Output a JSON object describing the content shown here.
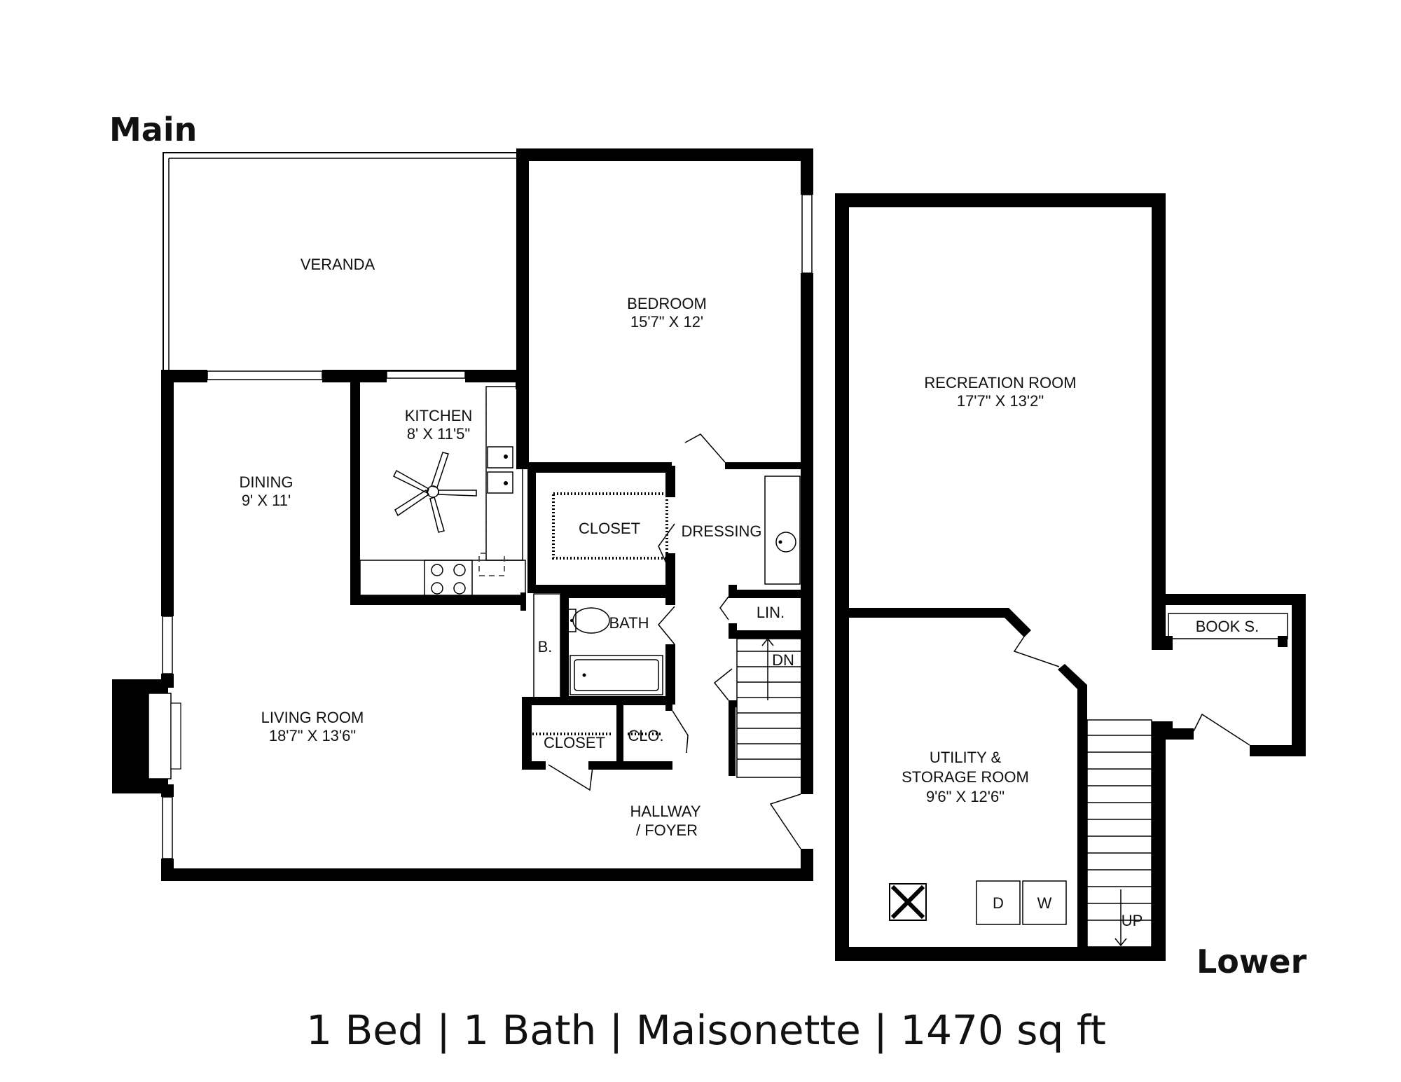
{
  "headings": {
    "main": "Main",
    "lower": "Lower"
  },
  "footer": "1 Bed | 1 Bath | Maisonette | 1470 sq ft",
  "rooms": {
    "veranda": {
      "name": "VERANDA"
    },
    "bedroom": {
      "name": "BEDROOM",
      "size": "15'7\" X 12'"
    },
    "kitchen": {
      "name": "KITCHEN",
      "size": "8' X 11'5\""
    },
    "dining": {
      "name": "DINING",
      "size": "9' X 11'"
    },
    "closet1": {
      "name": "CLOSET"
    },
    "dressing": {
      "name": "DRESSING"
    },
    "lin": {
      "name": "LIN."
    },
    "bath": {
      "name": "BATH"
    },
    "b": {
      "name": "B."
    },
    "dn": {
      "name": "DN"
    },
    "living": {
      "name": "LIVING ROOM",
      "size": "18'7\" X 13'6\""
    },
    "closet2": {
      "name": "CLOSET"
    },
    "clo": {
      "name": "CLO."
    },
    "hallway": {
      "name": "HALLWAY",
      "name2": "/ FOYER"
    },
    "recreation": {
      "name": "RECREATION ROOM",
      "size": "17'7\" X 13'2\""
    },
    "book": {
      "name": "BOOK S."
    },
    "utility": {
      "name": "UTILITY &",
      "name2": "STORAGE ROOM",
      "size": "9'6\" X 12'6\""
    },
    "up": {
      "name": "UP"
    }
  },
  "appliances": {
    "dryer": "D",
    "washer": "W"
  }
}
